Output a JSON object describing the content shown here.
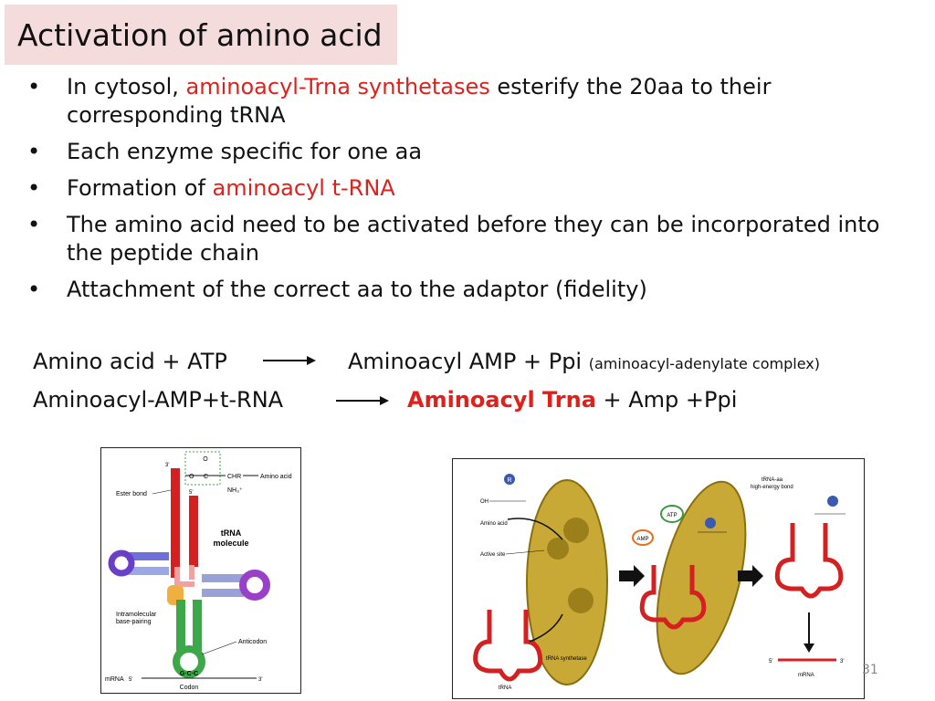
{
  "title": "Activation of amino acid",
  "bullets": {
    "b1_pre": "In cytosol, ",
    "b1_red": "aminoacyl-Trna synthetases",
    "b1_post": " esterify the 20aa to their corresponding tRNA",
    "b2": "Each enzyme specific for one aa",
    "b3_pre": "Formation of ",
    "b3_red": "aminoacyl t-RNA",
    "b4": "The amino acid need to be activated before they can be incorporated into the peptide chain",
    "b5": "Attachment of the correct aa to the adaptor (fidelity)"
  },
  "equations": {
    "eq1_left": "Amino acid + ATP",
    "eq1_right": "Aminoacyl AMP + Ppi",
    "eq1_note": "(aminoacyl-adenylate complex)",
    "eq2_left": "Aminoacyl-AMP+t-RNA",
    "eq2_product": "Aminoacyl Trna",
    "eq2_rest": " + Amp +Ppi"
  },
  "figure_trna": {
    "three_prime": "3'",
    "five_prime": "5'",
    "ester_bond": "Ester bond",
    "amino_acid": "Amino acid",
    "chr": "CHR",
    "nh3": "NH₃⁺",
    "o_top": "O",
    "o_link": "O",
    "c_link": "C",
    "trna_molecule_1": "tRNA",
    "trna_molecule_2": "molecule",
    "intramolecular_1": "Intramolecular",
    "intramolecular_2": "base-pairing",
    "anticodon": "Anticodon",
    "mrna": "mRNA",
    "mrna_5": "5'",
    "mrna_3": "3'",
    "codon": "Codon",
    "codon_bases": "G·C·C"
  },
  "figure_synth": {
    "amino_acid": "Amino acid",
    "active_site": "Active site",
    "trna": "tRNA",
    "trna_synthetase": "tRNA synthetase",
    "atp": "ATP",
    "amp": "AMP",
    "trna_aa_1": "tRNA-aa",
    "trna_aa_2": "high-energy bond",
    "mrna": "mRNA",
    "mrna_5": "5'",
    "mrna_3": "3'",
    "r_group": "R",
    "oh": "OH"
  },
  "page_number": "31"
}
